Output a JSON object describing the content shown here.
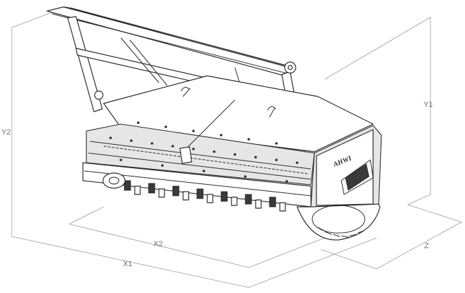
{
  "dimensions": {
    "x1": "X1",
    "x2": "X2",
    "y1": "Y1",
    "y2": "Y2",
    "z": "Z"
  },
  "brand_mark": "AHWI",
  "colors": {
    "background": "#ffffff",
    "line": "#2b2b2b",
    "dimension_line": "#9a9a9a",
    "label": "#6e6e6e"
  }
}
